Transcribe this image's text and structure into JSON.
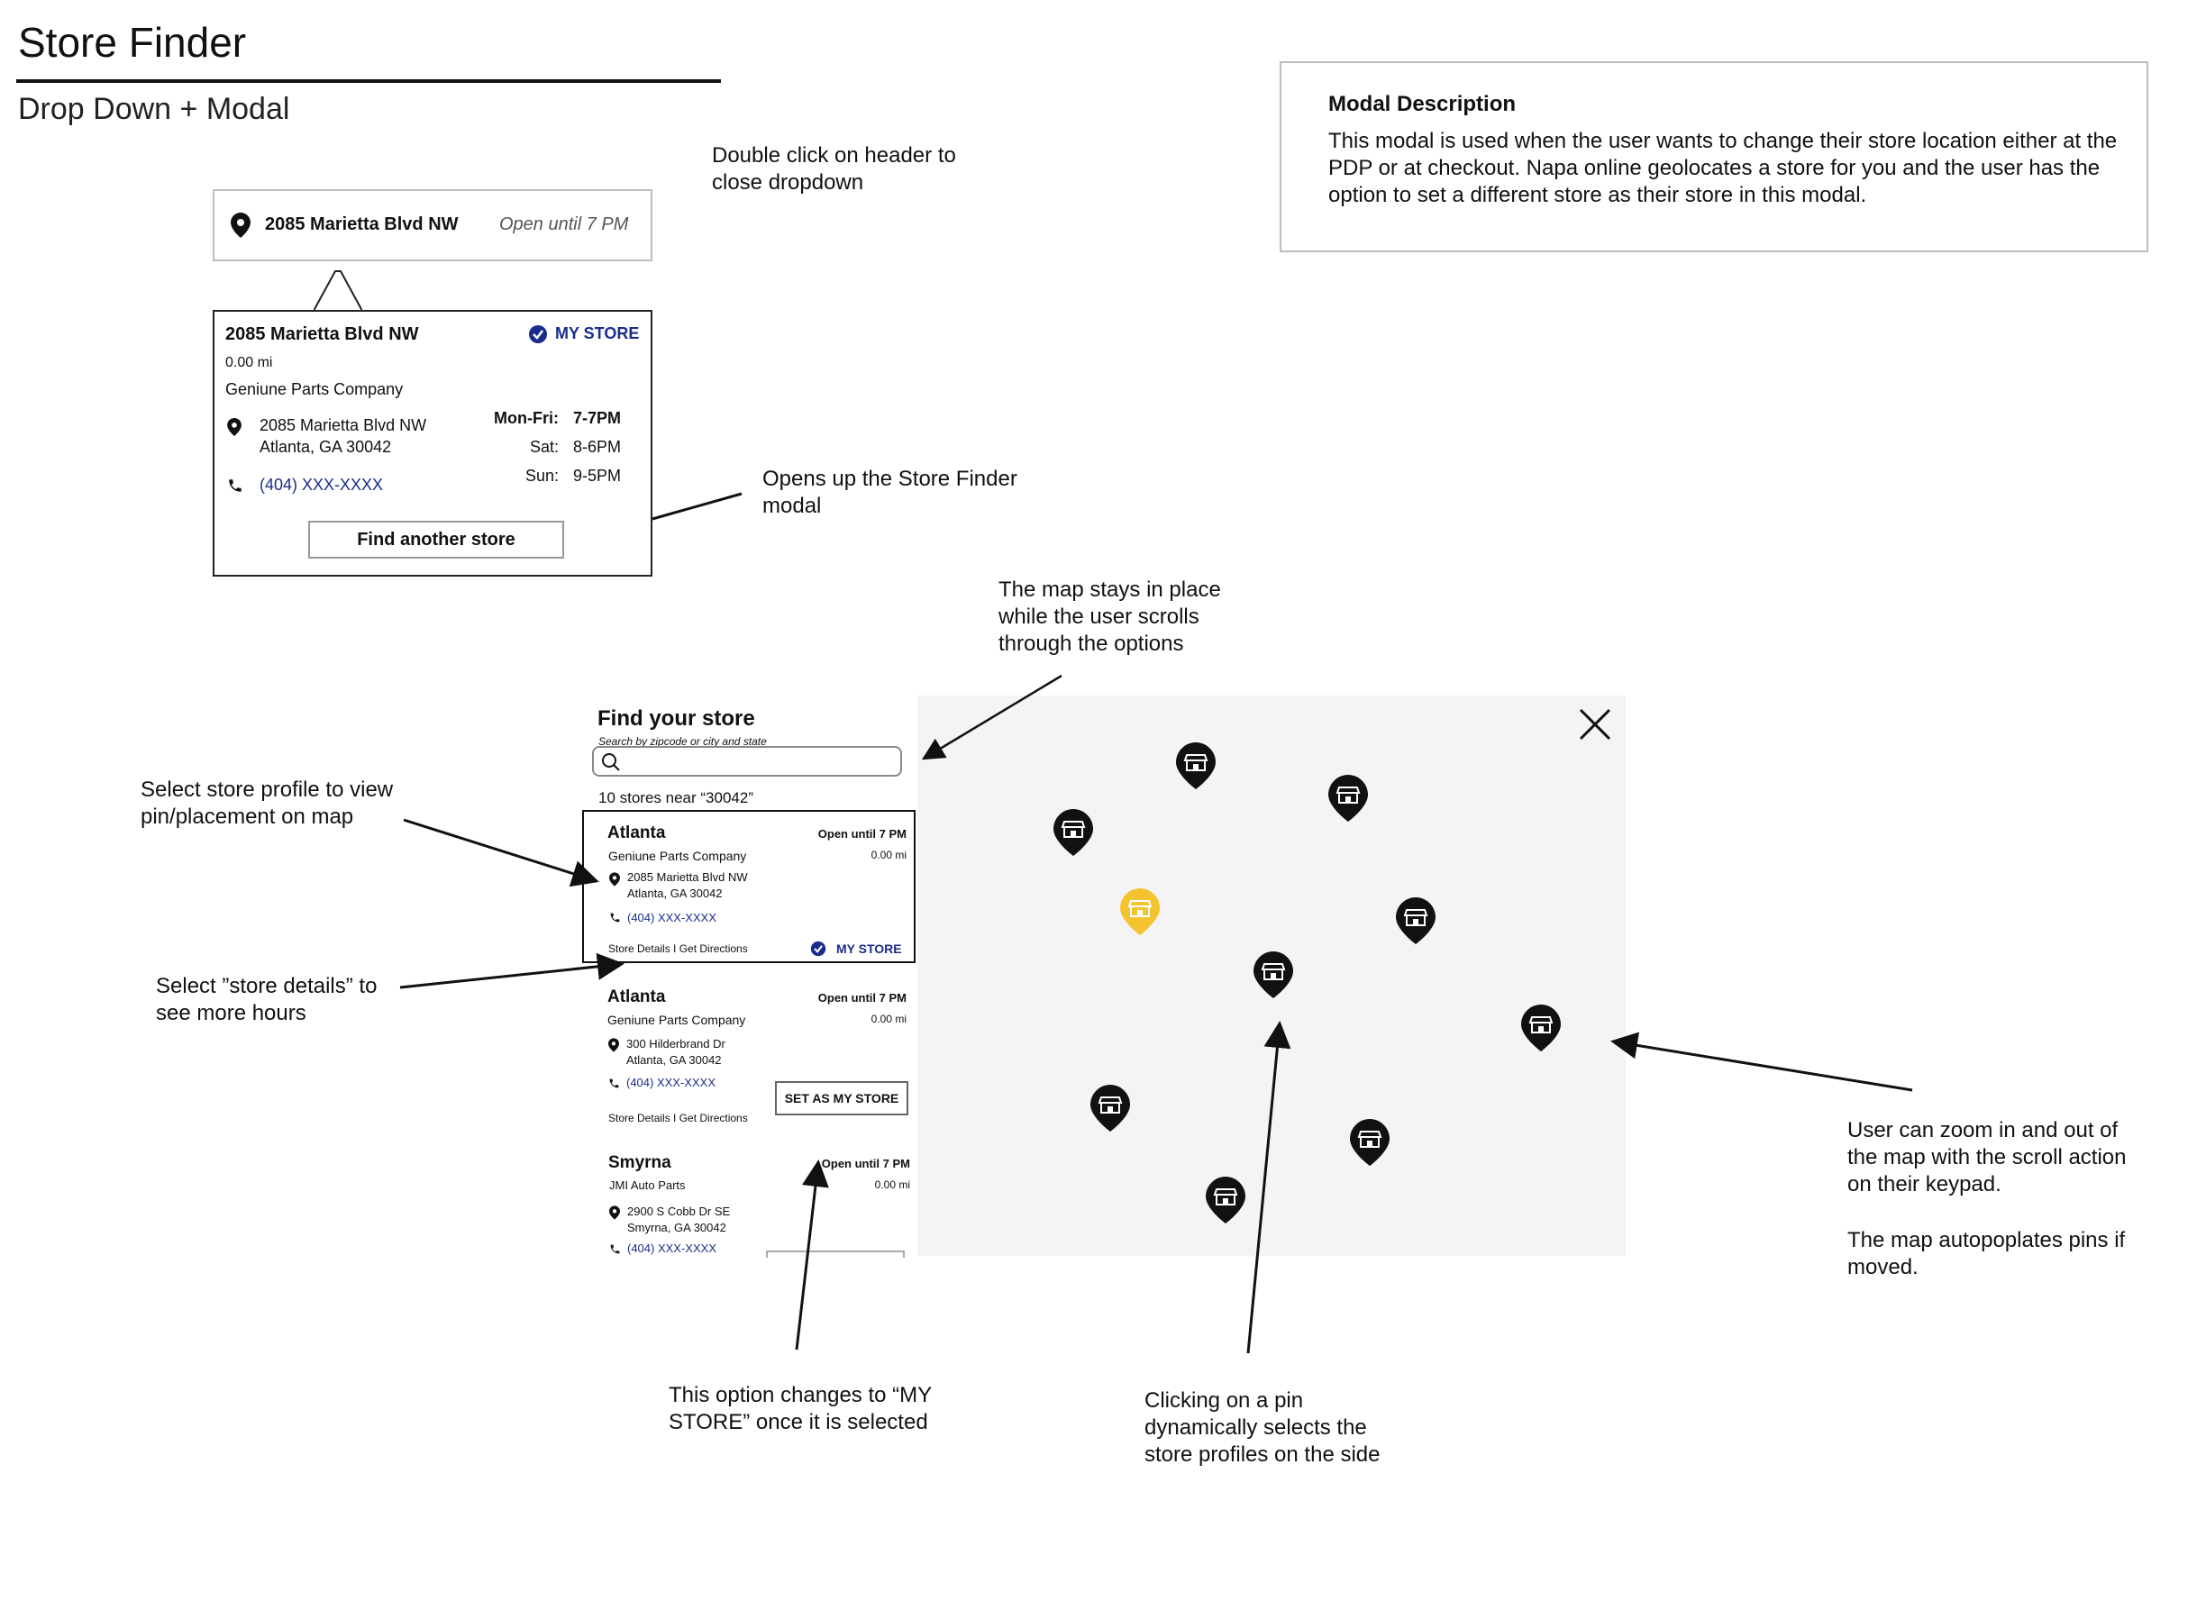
{
  "page": {
    "title": "Store Finder",
    "subtitle": "Drop Down + Modal"
  },
  "modal_description": {
    "title": "Modal Description",
    "text": "This modal is used when the user wants to change their store location either at the PDP or at checkout. Napa online geolocates a store for you and the user has the option to set a different store as their store in this modal."
  },
  "dropdown": {
    "header_address": "2085 Marietta Blvd NW",
    "header_open": "Open until 7 PM",
    "store_name": "2085 Marietta Blvd NW",
    "my_store_label": "MY STORE",
    "distance": "0.00 mi",
    "company": "Geniune Parts Company",
    "address_line1": "2085 Marietta Blvd NW",
    "address_line2": "Atlanta,  GA 30042",
    "phone": "(404) XXX-XXXX",
    "hours": [
      {
        "day": "Mon-Fri:",
        "time": "7-7PM"
      },
      {
        "day": "Sat:",
        "time": "8-6PM"
      },
      {
        "day": "Sun:",
        "time": "9-5PM"
      }
    ],
    "find_another_button": "Find another store"
  },
  "annotations": {
    "double_click": "Double click on header to close dropdown",
    "opens_modal": "Opens up the Store Finder modal",
    "map_stays": "The map stays in place while the user scrolls through the options",
    "select_profile": "Select store profile to view pin/placement on map",
    "select_details": "Select ”store details” to see more hours",
    "zoom": "User can zoom in and out of the map with the scroll action on their keypad.",
    "autopopulates": "The map autopoplates pins if moved.",
    "option_changes": "This option changes to “MY STORE” once it is selected",
    "clicking_pin": "Clicking on a pin dynamically selects the store profiles on the side"
  },
  "modal": {
    "title": "Find your store",
    "search_hint": "Search by zipcode or city and state",
    "results_text": "10 stores near “30042”",
    "stores": [
      {
        "city": "Atlanta",
        "open": "Open until 7 PM",
        "company": "Geniune Parts Company",
        "distance": "0.00 mi",
        "address_line1": "2085 Marietta Blvd NW",
        "address_line2": "Atlanta,  GA 30042",
        "phone": "(404) XXX-XXXX",
        "links": "Store Details I Get Directions",
        "action": "MY STORE"
      },
      {
        "city": "Atlanta",
        "open": "Open until 7 PM",
        "company": "Geniune Parts Company",
        "distance": "0.00 mi",
        "address_line1": "300 Hilderbrand Dr",
        "address_line2": "Atlanta,  GA 30042",
        "phone": "(404) XXX-XXXX",
        "links": "Store Details I Get Directions",
        "action": "SET AS MY STORE"
      },
      {
        "city": "Smyrna",
        "open": "Open until 7 PM",
        "company": "JMI Auto Parts",
        "distance": "0.00 mi",
        "address_line1": "2900 S Cobb Dr SE",
        "address_line2": "Smyrna,  GA 30042",
        "phone": "(404) XXX-XXXX"
      }
    ]
  },
  "map": {
    "pin_color_default": "#111111",
    "pin_color_selected": "#f4c430",
    "pin_count": 10,
    "close_icon": "close-icon"
  },
  "colors": {
    "link_blue": "#1a2d8c",
    "map_bg": "#f4f4f4"
  }
}
